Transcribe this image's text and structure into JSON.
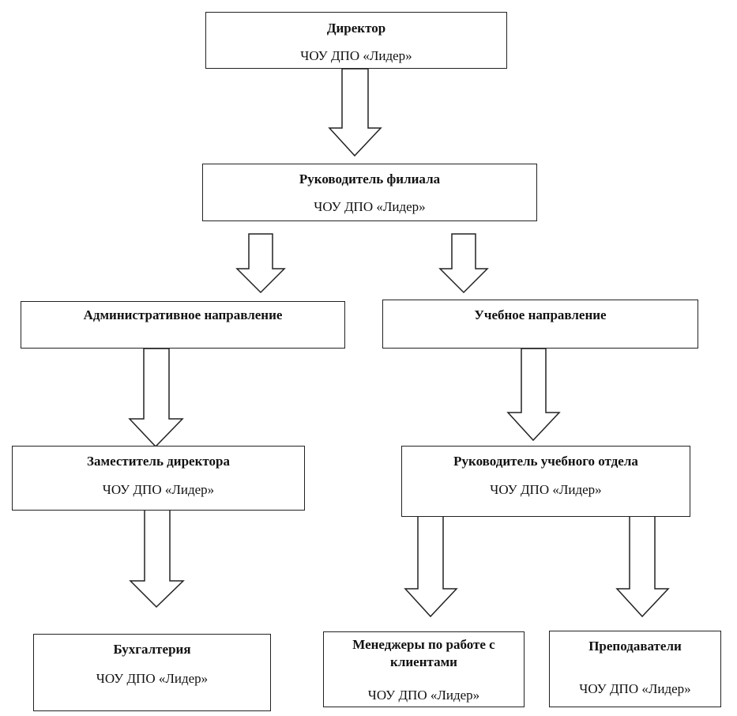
{
  "nodes": {
    "director": {
      "title": "Директор",
      "subtitle": "ЧОУ ДПО «Лидер»"
    },
    "branch_head": {
      "title": "Руководитель филиала",
      "subtitle": "ЧОУ ДПО «Лидер»"
    },
    "admin": {
      "title": "Административное направление"
    },
    "education": {
      "title": "Учебное направление"
    },
    "deputy": {
      "title": "Заместитель директора",
      "subtitle": "ЧОУ ДПО «Лидер»"
    },
    "edu_head": {
      "title": "Руководитель учебного отдела",
      "subtitle": "ЧОУ ДПО «Лидер»"
    },
    "accounting": {
      "title": "Бухгалтерия",
      "subtitle": "ЧОУ ДПО «Лидер»"
    },
    "managers": {
      "title": "Менеджеры по работе с клиентами",
      "subtitle": "ЧОУ ДПО «Лидер»"
    },
    "teachers": {
      "title": "Преподаватели",
      "subtitle": "ЧОУ ДПО «Лидер»"
    }
  }
}
